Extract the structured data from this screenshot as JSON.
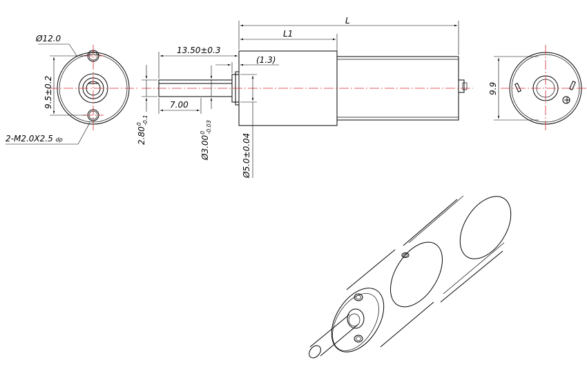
{
  "front_view": {
    "diameter_label": "Ø12.0",
    "hole_spacing_label": "9.5±0.2",
    "thread_label": "2-M2.0X2.5",
    "thread_depth_label": "dp"
  },
  "side_view": {
    "overall_length_label": "L",
    "gearbox_length_label": "L1",
    "shaft_length_label": "13.50±0.3",
    "boss_thickness_label": "(1.3)",
    "flat_length_label": "7.00",
    "flat_height_label": "2.80",
    "flat_height_tol_upper": "0",
    "flat_height_tol_lower": "-0.1",
    "shaft_dia_label": "Ø3.00",
    "shaft_dia_tol_upper": "0",
    "shaft_dia_tol_lower": "-0.03",
    "boss_dia_label": "Ø5.0±0.04"
  },
  "rear_view": {
    "height_label": "9.9",
    "terminal_plus": "+"
  }
}
